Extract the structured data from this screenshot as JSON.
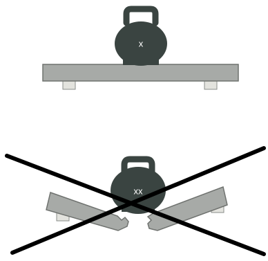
{
  "diagram": {
    "top_panel": {
      "weight_label": "x",
      "outcome": "intact"
    },
    "bottom_panel": {
      "weight_label": "xx",
      "outcome": "broken",
      "crossed_out": true
    },
    "colors": {
      "background": "#ffffff",
      "kettlebell": "#3a4441",
      "kettlebell_handle": "#3a4441",
      "beam_fill": "#a7aaa7",
      "beam_stroke": "#6f726f",
      "support_fill": "#e3e3de",
      "support_stroke": "#8a8d8a",
      "cross": "#000000",
      "weight_label": "#ffffff"
    },
    "icons": [
      "kettlebell-icon",
      "beam-icon",
      "support-icon",
      "cross-out-icon"
    ]
  }
}
